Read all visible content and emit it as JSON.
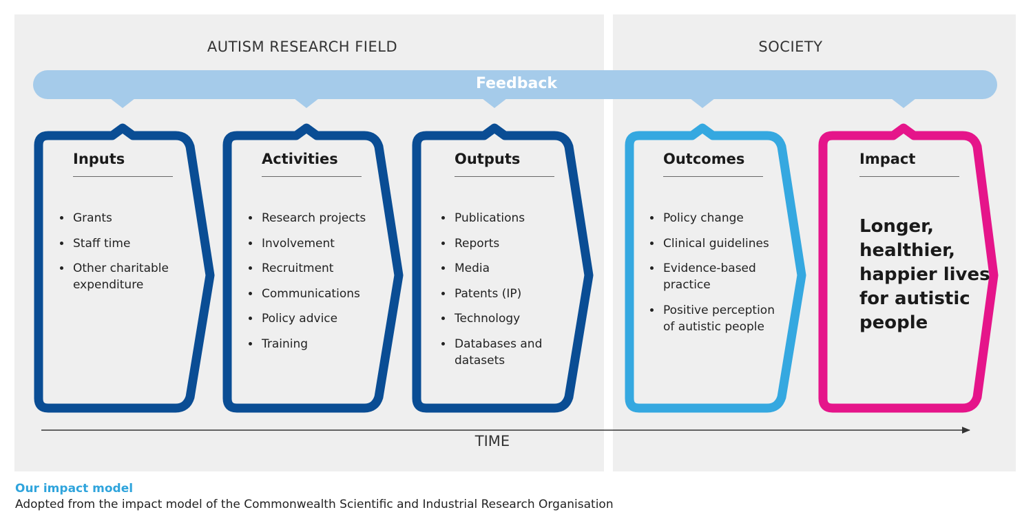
{
  "sections": {
    "research_field": "AUTISM RESEARCH FIELD",
    "society": "SOCIETY"
  },
  "feedback": {
    "label": "Feedback"
  },
  "stages": [
    {
      "title": "Inputs",
      "color": "#0a4d94",
      "items": [
        "Grants",
        "Staff time",
        "Other charitable expenditure"
      ]
    },
    {
      "title": "Activities",
      "color": "#0a4d94",
      "items": [
        "Research projects",
        "Involvement",
        "Recruitment",
        "Communications",
        "Policy advice",
        "Training"
      ]
    },
    {
      "title": "Outputs",
      "color": "#0a4d94",
      "items": [
        "Publications",
        "Reports",
        "Media",
        "Patents (IP)",
        "Technology",
        "Databases and datasets"
      ]
    },
    {
      "title": "Outcomes",
      "color": "#35a8e0",
      "items": [
        "Policy change",
        "Clinical guidelines",
        "Evidence-based practice",
        "Positive perception of autistic people"
      ]
    },
    {
      "title": "Impact",
      "color": "#e5158a",
      "statement": "Longer, healthier, happier lives for autistic people"
    }
  ],
  "timeline": {
    "label": "TIME"
  },
  "caption": {
    "title": "Our impact model",
    "text": "Adopted from the impact model of the Commonwealth Scientific and Industrial Research Organisation"
  },
  "colors": {
    "panel": "#efefef",
    "feedback_bar": "#a5cbea",
    "dark_blue": "#0a4d94",
    "light_blue": "#35a8e0",
    "magenta": "#e5158a",
    "caption_accent": "#2fa4dc"
  }
}
